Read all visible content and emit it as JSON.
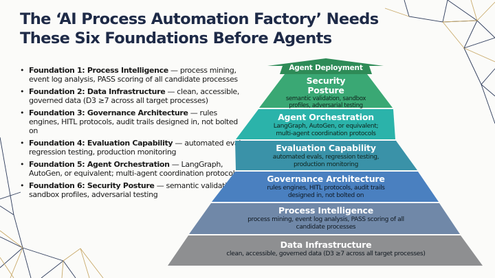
{
  "title": {
    "line1": "The ‘AI Process Automation Factory’ Needs",
    "line2": "These Six Foundations Before Agents"
  },
  "bullets": [
    {
      "head": "Foundation 1: Process Intelligence",
      "body": " — process mining, event log analysis, PASS scoring of all candidate processes"
    },
    {
      "head": "Foundation 2: Data Infrastructure",
      "body": " — clean, accessible, governed data (D3 ≥7 across all target processes)"
    },
    {
      "head": "Foundation 3: Governance Architecture",
      "body": " — rules engines, HITL protocols, audit trails designed in, not bolted on"
    },
    {
      "head": "Foundation 4: Evaluation Capability",
      "body": " — automated evals, regression testing, production monitoring"
    },
    {
      "head": "Foundation 5: Agent Orchestration",
      "body": " — LangGraph, AutoGen, or equivalent; multi-agent coordination protocols"
    },
    {
      "head": "Foundation 6: Security Posture",
      "body": " — semantic validation, sandbox profiles, adversarial testing"
    }
  ],
  "pyramid": {
    "arrow_label": "Agent Deployment",
    "arrow_color": "#2e8b57",
    "levels": [
      {
        "title": "Security Posture",
        "desc": "semantic validation, sandbox profiles, adversarial testing",
        "color": "#3aa874"
      },
      {
        "title": "Agent Orchestration",
        "desc": "LangGraph, AutoGen, or equivalent; multi-agent coordination protocols",
        "color": "#2bb3aa"
      },
      {
        "title": "Evaluation Capability",
        "desc": "automated evals, regression testing, production monitoring",
        "color": "#3a92a8"
      },
      {
        "title": "Governance Architecture",
        "desc": "rules engines, HITL protocols, audit trails designed in, not bolted on",
        "color": "#4a80c0"
      },
      {
        "title": "Process Intelligence",
        "desc": "process mining, event log analysis, PASS scoring of all candidate processes",
        "color": "#7088a8"
      },
      {
        "title": "Data Infrastructure",
        "desc": "clean, accessible, governed data (D3 ≥7 across all target processes)",
        "color": "#8e8f91"
      }
    ]
  },
  "colors": {
    "title": "#1e2a47",
    "decor_navy": "#2c3a5a",
    "decor_gold": "#c9aa6a"
  }
}
